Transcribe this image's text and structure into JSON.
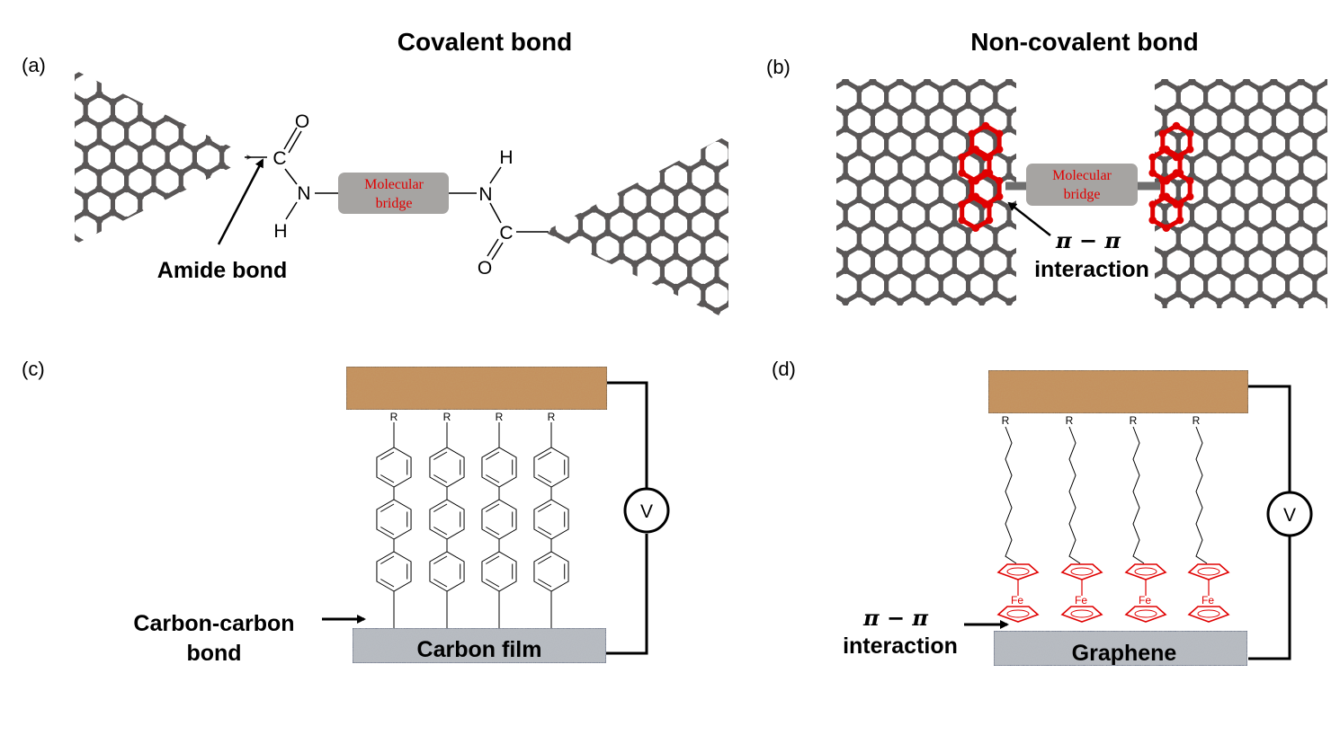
{
  "titles": {
    "left": "Covalent bond",
    "right": "Non-covalent bond"
  },
  "panels": {
    "a": "(a)",
    "b": "(b)",
    "c": "(c)",
    "d": "(d)"
  },
  "panel_a": {
    "oxygen": "O",
    "carbon": "C",
    "nitrogen": "N",
    "hydrogen": "H",
    "bridge_line1": "Molecular",
    "bridge_line2": "bridge",
    "amide_label": "Amide bond"
  },
  "panel_b": {
    "bridge_line1": "Molecular",
    "bridge_line2": "bridge",
    "pi_label": "π − π",
    "interaction_label": "interaction"
  },
  "panel_c": {
    "r_group": "R",
    "bond_label_line1": "Carbon-carbon",
    "bond_label_line2": "bond",
    "substrate_label": "Carbon film",
    "meter_label": "V"
  },
  "panel_d": {
    "r_group": "R",
    "iron": "Fe",
    "pi_label": "π − π",
    "interaction_label": "interaction",
    "substrate_label": "Graphene",
    "meter_label": "V"
  },
  "colors": {
    "carbon_atom": "#5a5757",
    "highlight": "#e00000",
    "bridge_box": "#a6a4a2",
    "electrode_top": "#c4915f",
    "electrode_bottom": "#b8bcc2"
  }
}
